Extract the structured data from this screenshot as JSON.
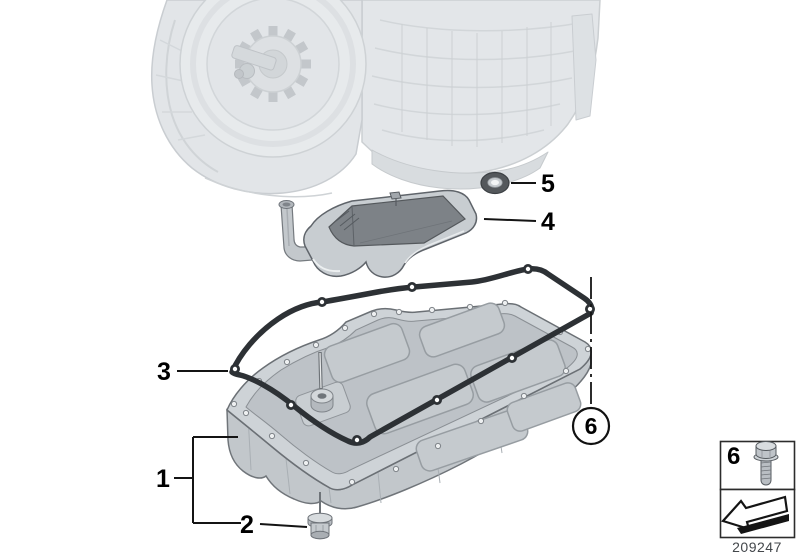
{
  "diagram": {
    "footer_number": "209247",
    "callouts": {
      "pan": "1",
      "drain_plug": "2",
      "gasket": "3",
      "oil_filter": "4",
      "seal_washer": "5",
      "pan_bolt": "6",
      "legend_bolt": "6"
    },
    "icons": {
      "legend_bolt": "flange-bolt-icon",
      "legend_arrow": "direction-arrow-icon",
      "reference_graphic": "automatic-transmission-graphic"
    },
    "colors": {
      "background": "#ffffff",
      "line": "#141414",
      "metal_light": "#c9ced2",
      "metal_shadow": "#9aa0a5",
      "faded_graphic": "#e3e6e9",
      "gasket_rubber": "#2d3135",
      "filter_plate": "#7d8287"
    }
  }
}
